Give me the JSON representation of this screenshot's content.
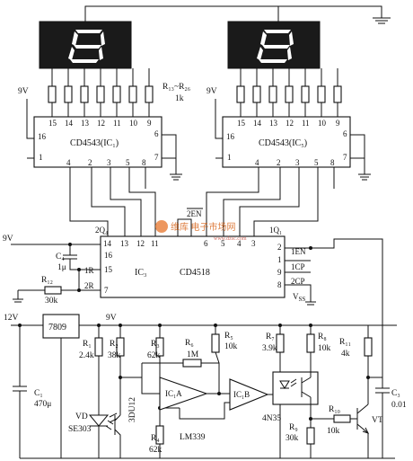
{
  "ic1": {
    "name": "CD4543(IC₁)",
    "pins_top": [
      "15",
      "14",
      "13",
      "12",
      "11",
      "10",
      "9"
    ],
    "pins_bottom": [
      "4",
      "2",
      "3",
      "5",
      "8"
    ],
    "pin16": "16",
    "pin1": "1",
    "pin6": "6",
    "pin7": "7"
  },
  "ic5": {
    "name": "CD4543(IC₅)",
    "pins_top": [
      "15",
      "14",
      "13",
      "12",
      "11",
      "10",
      "9"
    ],
    "pins_bottom": [
      "4",
      "2",
      "3",
      "5",
      "8"
    ],
    "pin16": "16",
    "pin1": "1",
    "pin6": "6",
    "pin7": "7"
  },
  "ic3": {
    "name": "IC₃",
    "part": "CD4518",
    "top_pins": [
      "14",
      "13",
      "12",
      "11",
      "6",
      "5",
      "4",
      "3"
    ],
    "q4": "2Q₄",
    "q1": "1Q₁",
    "en2": "2EN",
    "en1": "1EN",
    "cp1": "1CP",
    "cp2": "2CP",
    "vss": "V",
    "vss_sub": "SS",
    "r1": "1R",
    "r2": "2R",
    "left_pins": [
      "16",
      "15",
      "7"
    ],
    "right_pins": [
      "2",
      "1",
      "9",
      "8"
    ]
  },
  "res_label": "R₁₃~R₂₆",
  "res_value": "1k",
  "supply_9v": "9V",
  "supply_12v": "12V",
  "reg": "7809",
  "c4": {
    "name": "C₄",
    "value": "1μ"
  },
  "r12": {
    "name": "R₁₂",
    "value": "30k"
  },
  "r1": {
    "name": "R₁",
    "value": "2.4k"
  },
  "r2": {
    "name": "R₂",
    "value": "38k"
  },
  "r3": {
    "name": "R₃",
    "value": "62k"
  },
  "r4": {
    "name": "R₄",
    "value": "62k"
  },
  "r5": {
    "name": "R₅",
    "value": "10k"
  },
  "r6": {
    "name": "R₆",
    "value": "1M"
  },
  "r7": {
    "name": "R₇",
    "value": "3.9k"
  },
  "r8": {
    "name": "R₈",
    "value": "10k"
  },
  "r9": {
    "name": "R₉",
    "value": "30k"
  },
  "r10": {
    "name": "R₁₀",
    "value": "10k"
  },
  "r11": {
    "name": "R₁₁",
    "value": "4k"
  },
  "c1": {
    "name": "C₁",
    "value": "470μ"
  },
  "c3": {
    "name": "C₃",
    "value": "0.01"
  },
  "ic1a": "IC₁A",
  "ic1b": "IC₁B",
  "comparator": "LM339",
  "vd": {
    "name": "VD",
    "part": "SE303"
  },
  "photo": "3DU12",
  "opto": "4N35",
  "vt": "VT",
  "watermark": "维库 电子市场网",
  "watermark_url": "www.dzsc.com"
}
